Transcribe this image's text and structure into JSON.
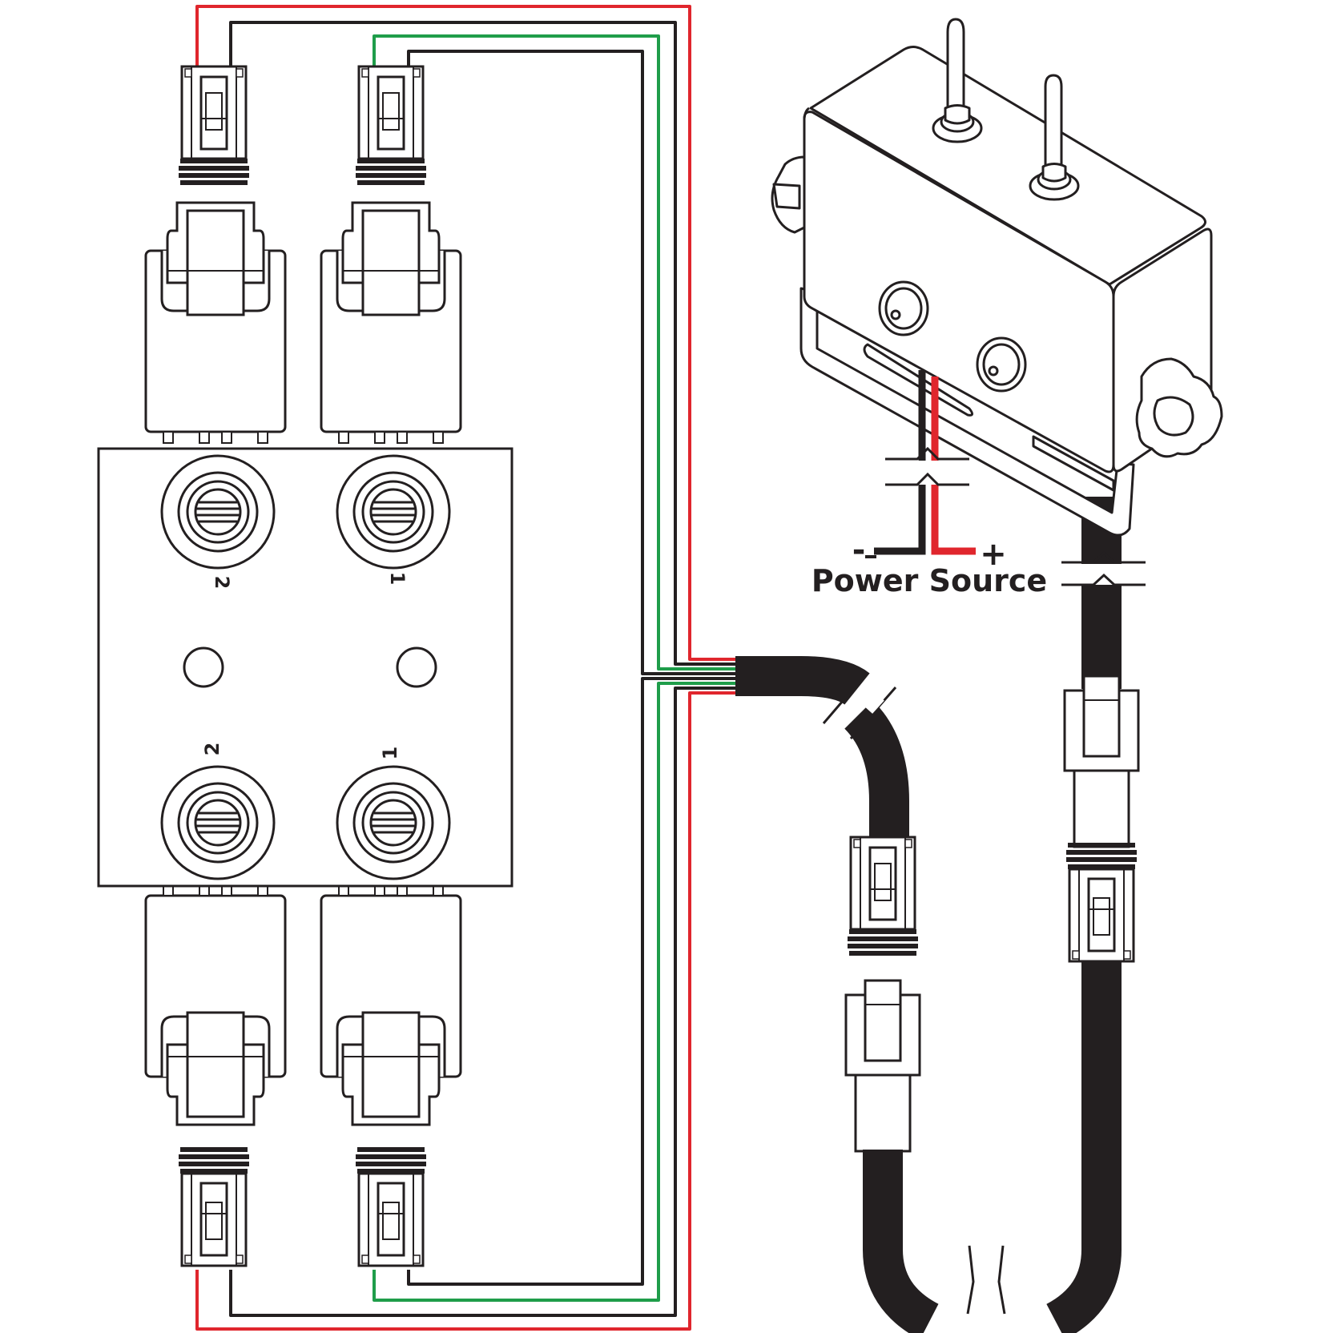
{
  "diagram": {
    "power_source_label": "Power Source",
    "negative_symbol": "-",
    "positive_symbol": "+",
    "port_labels": {
      "top_left": "2",
      "top_right": "1",
      "bottom_left": "2",
      "bottom_right": "1"
    },
    "icons": {
      "valve": "solenoid-valve-manifold-icon",
      "control_box": "toggle-switch-control-box-icon",
      "connector": "weatherpack-connector-icon"
    },
    "colors": {
      "positive_wire": "#e0262d",
      "negative_wire": "#231f20",
      "signal_wire": "#1f9d4a",
      "outline": "#231f20",
      "cable": "#231f20"
    }
  }
}
